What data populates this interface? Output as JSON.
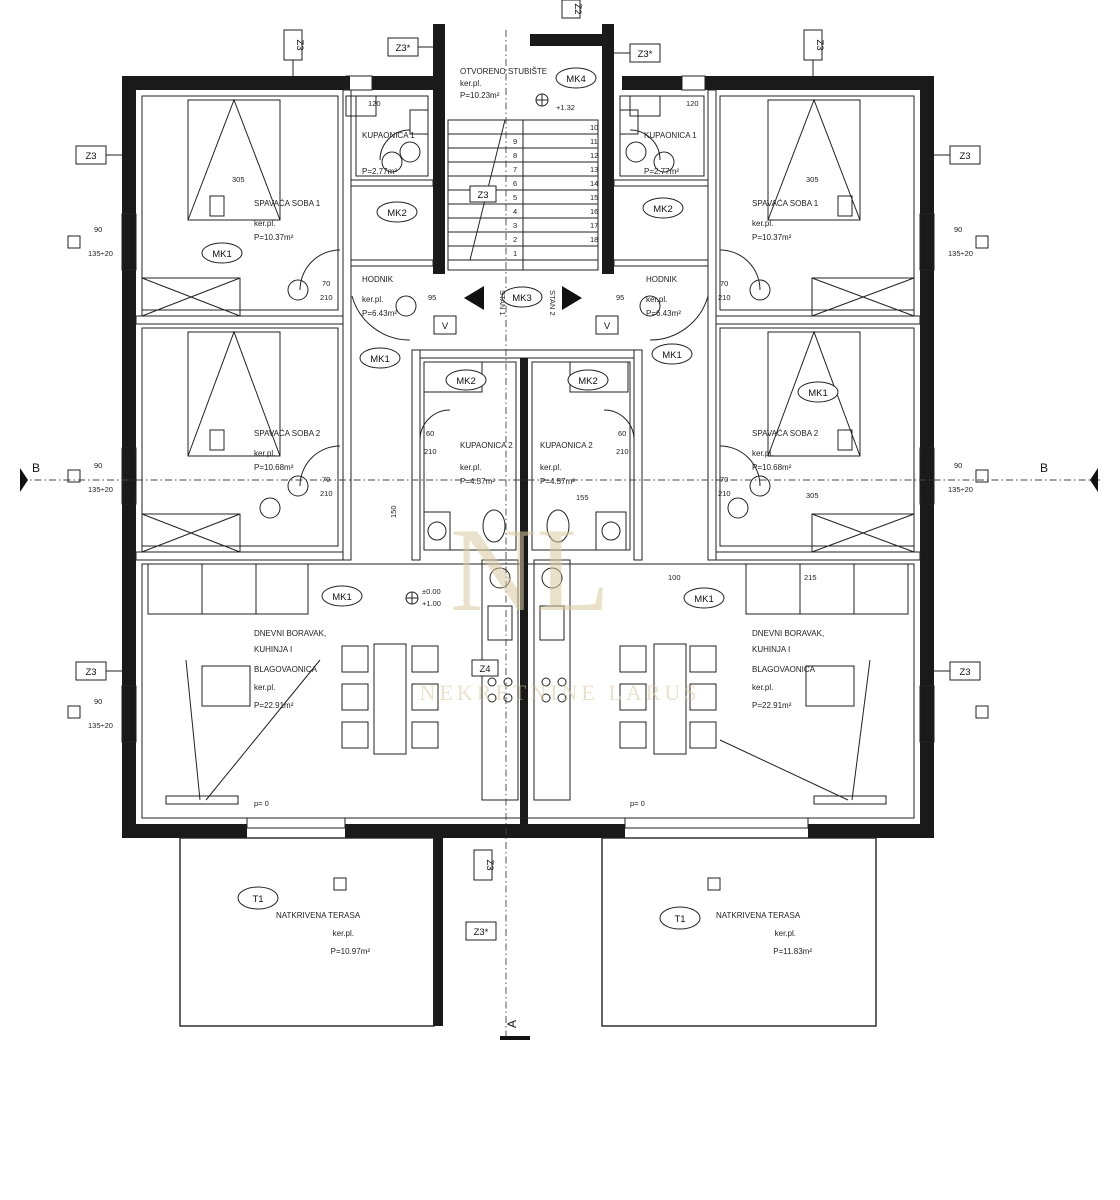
{
  "rooms": {
    "stair": {
      "name": "OTVORENO STUBIŠTE",
      "floor": "ker.pl.",
      "area": "P=10.23m²"
    },
    "bath_l": {
      "name": "KUPAONICA 1",
      "area": "P=2.77m²"
    },
    "bath_r": {
      "name": "KUPAONICA 1",
      "area": "P=2.77m²"
    },
    "bed1_l": {
      "name": "SPAVAĆA SOBA 1",
      "floor": "ker.pl.",
      "area": "P=10.37m²"
    },
    "bed1_r": {
      "name": "SPAVAĆA SOBA 1",
      "floor": "ker.pl.",
      "area": "P=10.37m²"
    },
    "hall_l": {
      "name": "HODNIK",
      "floor": "ker.pl.",
      "area": "P=6.43m²"
    },
    "hall_r": {
      "name": "HODNIK",
      "floor": "ker.pl.",
      "area": "P=6.43m²"
    },
    "bed2_l": {
      "name": "SPAVAĆA SOBA 2",
      "floor": "ker.pl.",
      "area": "P=10.68m²"
    },
    "bed2_r": {
      "name": "SPAVAĆA SOBA 2",
      "floor": "ker.pl.",
      "area": "P=10.68m²"
    },
    "bath2_l": {
      "name": "KUPAONICA 2",
      "floor": "ker.pl.",
      "area": "P=4.57m²"
    },
    "bath2_r": {
      "name": "KUPAONICA 2",
      "floor": "ker.pl.",
      "area": "P=4.57m²"
    },
    "living_l": {
      "l1": "DNEVNI BORAVAK,",
      "l2": "KUHINJA I",
      "l3": "BLAGOVAONICA",
      "floor": "ker.pl.",
      "area": "P=22.91m²"
    },
    "living_r": {
      "l1": "DNEVNI BORAVAK,",
      "l2": "KUHINJA I",
      "l3": "BLAGOVAONICA",
      "floor": "ker.pl.",
      "area": "P=22.91m²"
    },
    "terrace_l": {
      "name": "NATKRIVENA TERASA",
      "floor": "ker.pl.",
      "area": "P=10.97m²"
    },
    "terrace_r": {
      "name": "NATKRIVENA TERASA",
      "floor": "ker.pl.",
      "area": "P=11.83m²"
    }
  },
  "tags": {
    "z3": "Z3",
    "z3s": "Z3*",
    "z4": "Z4",
    "z2": "Z2",
    "mk1": "MK1",
    "mk2": "MK2",
    "mk3": "MK3",
    "mk4": "MK4",
    "t1": "T1",
    "v": "V"
  },
  "dims": {
    "d305": "305",
    "d90": "90",
    "d135_20": "135÷20",
    "d70": "70",
    "d210": "210",
    "d60": "60",
    "d95": "95",
    "d155": "155",
    "d100": "100",
    "d215": "215",
    "d120": "120",
    "d150": "150",
    "d132": "+1.32",
    "d000": "±0.00",
    "d100b": "+1.00",
    "p0": "p= 0",
    "s1": "STAN 1",
    "s2": "STAN 2"
  },
  "sections": {
    "b": "B",
    "a": "A"
  },
  "stair_numbers": [
    "1",
    "2",
    "3",
    "4",
    "5",
    "6",
    "7",
    "8",
    "9",
    "10",
    "11",
    "12",
    "13",
    "14",
    "15",
    "16",
    "17",
    "18"
  ],
  "watermark": {
    "mono": "NL",
    "text": "NEKRETNINE LARUS"
  }
}
